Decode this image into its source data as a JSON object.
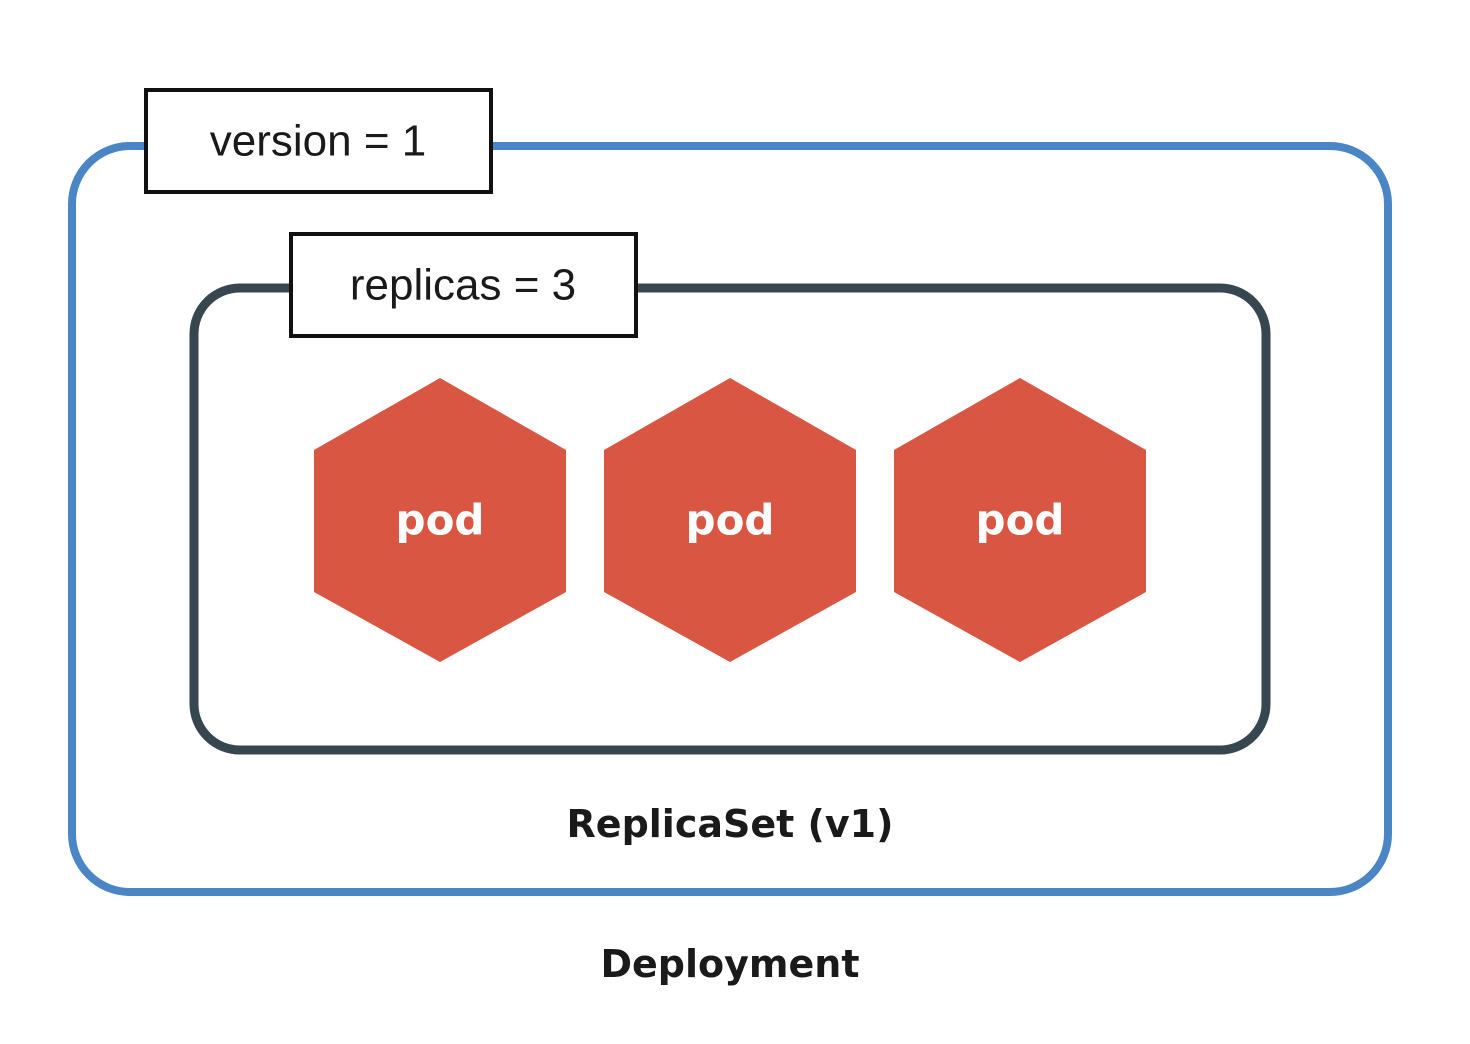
{
  "deployment": {
    "label": "Deployment",
    "version_tag": "version = 1",
    "border_color": "#4a86c5"
  },
  "replicaset": {
    "label": "ReplicaSet (v1)",
    "replicas_tag": "replicas = 3",
    "border_color": "#37474f"
  },
  "pods": [
    {
      "label": "pod"
    },
    {
      "label": "pod"
    },
    {
      "label": "pod"
    }
  ],
  "colors": {
    "pod_fill": "#d95643",
    "tag_border": "#111111",
    "background": "#ffffff"
  }
}
